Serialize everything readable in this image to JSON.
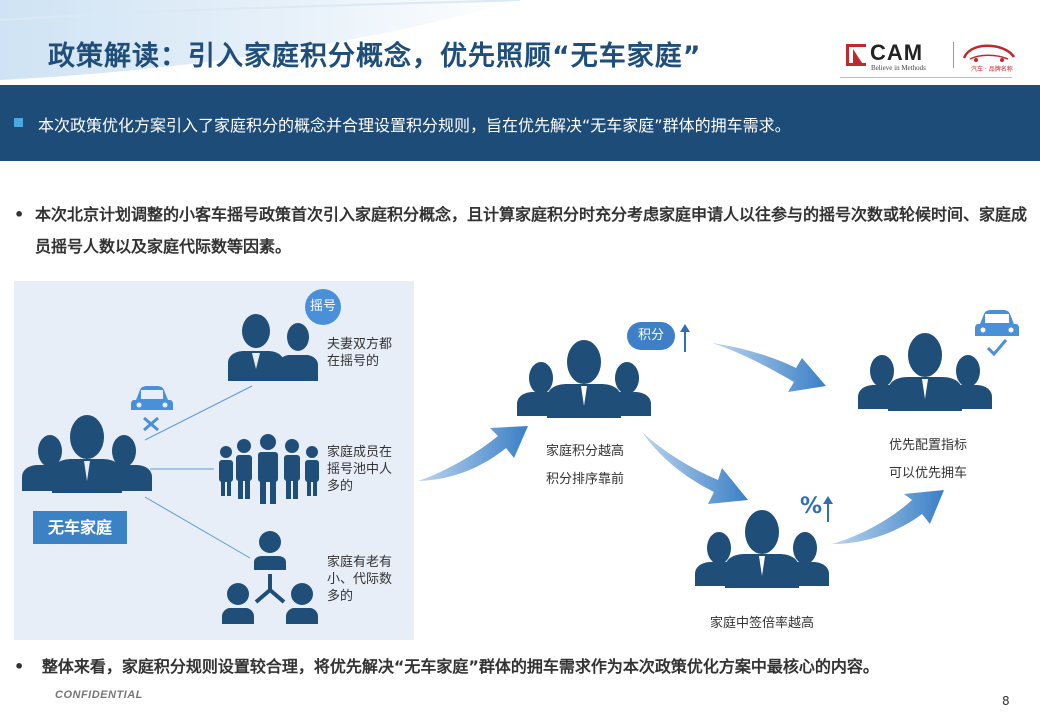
{
  "title": "政策解读：引入家庭积分概念，优先照顾“无车家庭”",
  "logo": {
    "cam_text": "CAM",
    "cam_sub": "Believe in Methods",
    "car_logo_text": "汽车 · 品牌名称"
  },
  "banner": {
    "text": "本次政策优化方案引入了家庭积分的概念并合理设置积分规则，旨在优先解决“无车家庭”群体的拥车需求。"
  },
  "bullet1": {
    "dot": "•",
    "text": "本次北京计划调整的小客车摇号政策首次引入家庭积分概念，且计算家庭积分时充分考虑家庭申请人以往参与的摇号次数或轮候时间、家庭成员摇号人数以及家庭代际数等因素。"
  },
  "diagram": {
    "no_car_family": "无车家庭",
    "tag_yaohao": "摇号",
    "factor1_line1": "夫妻双方都",
    "factor1_line2": "在摇号的",
    "factor2_line1": "家庭成员在",
    "factor2_line2": "摇号池中人",
    "factor2_line3": "多的",
    "factor3_line1": "家庭有老有",
    "factor3_line2": "小、代际数",
    "factor3_line3": "多的",
    "tag_jifen": "积分",
    "step1_line1": "家庭积分越高",
    "step1_line2": "积分排序靠前",
    "step2_percent": "%",
    "step2_label": "家庭中签倍率越高",
    "step3_line1": "优先配置指标",
    "step3_line2": "可以优先拥车"
  },
  "footer_bullet": {
    "dot": "•",
    "text": "整体来看，家庭积分规则设置较合理，将优先解决“无车家庭”群体的拥车需求作为本次政策优化方案中最核心的内容。"
  },
  "confidential": "CONFIDENTIAL",
  "page_number": "8",
  "colors": {
    "navy": "#1e4c78",
    "people": "#1f4e79",
    "accent": "#4ea8e0",
    "arrow": "#5b9bd5"
  }
}
